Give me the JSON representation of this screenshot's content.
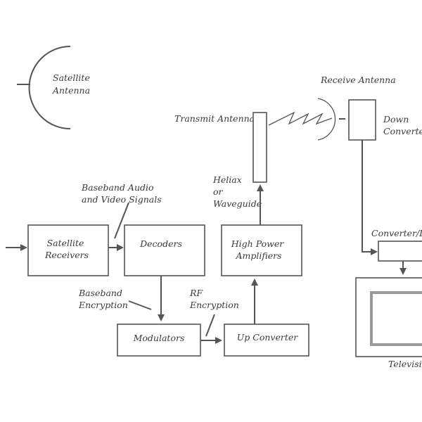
{
  "labels": {
    "satellite_antenna": [
      "Satellite",
      "Antenna"
    ],
    "receive_antenna": "Receive Antenna",
    "transmit_antenna": "Transmit Antenna",
    "down_converter": [
      "Down",
      "Converter"
    ],
    "heliax": [
      "Heliax",
      "or",
      "Waveguide"
    ],
    "baseband_av": [
      "Baseband Audio",
      "and Video Signals"
    ],
    "converter_d": "Converter/D",
    "satellite_receivers": [
      "Satellite",
      "Receivers"
    ],
    "decoders": "Decoders",
    "high_power_amplifiers": [
      "High Power",
      "Amplifiers"
    ],
    "baseband_encryption": [
      "Baseband",
      "Encryption"
    ],
    "rf_encryption": [
      "RF",
      "Encryption"
    ],
    "modulators": "Modulators",
    "up_converter": "Up Converter",
    "television": "Televisio"
  }
}
